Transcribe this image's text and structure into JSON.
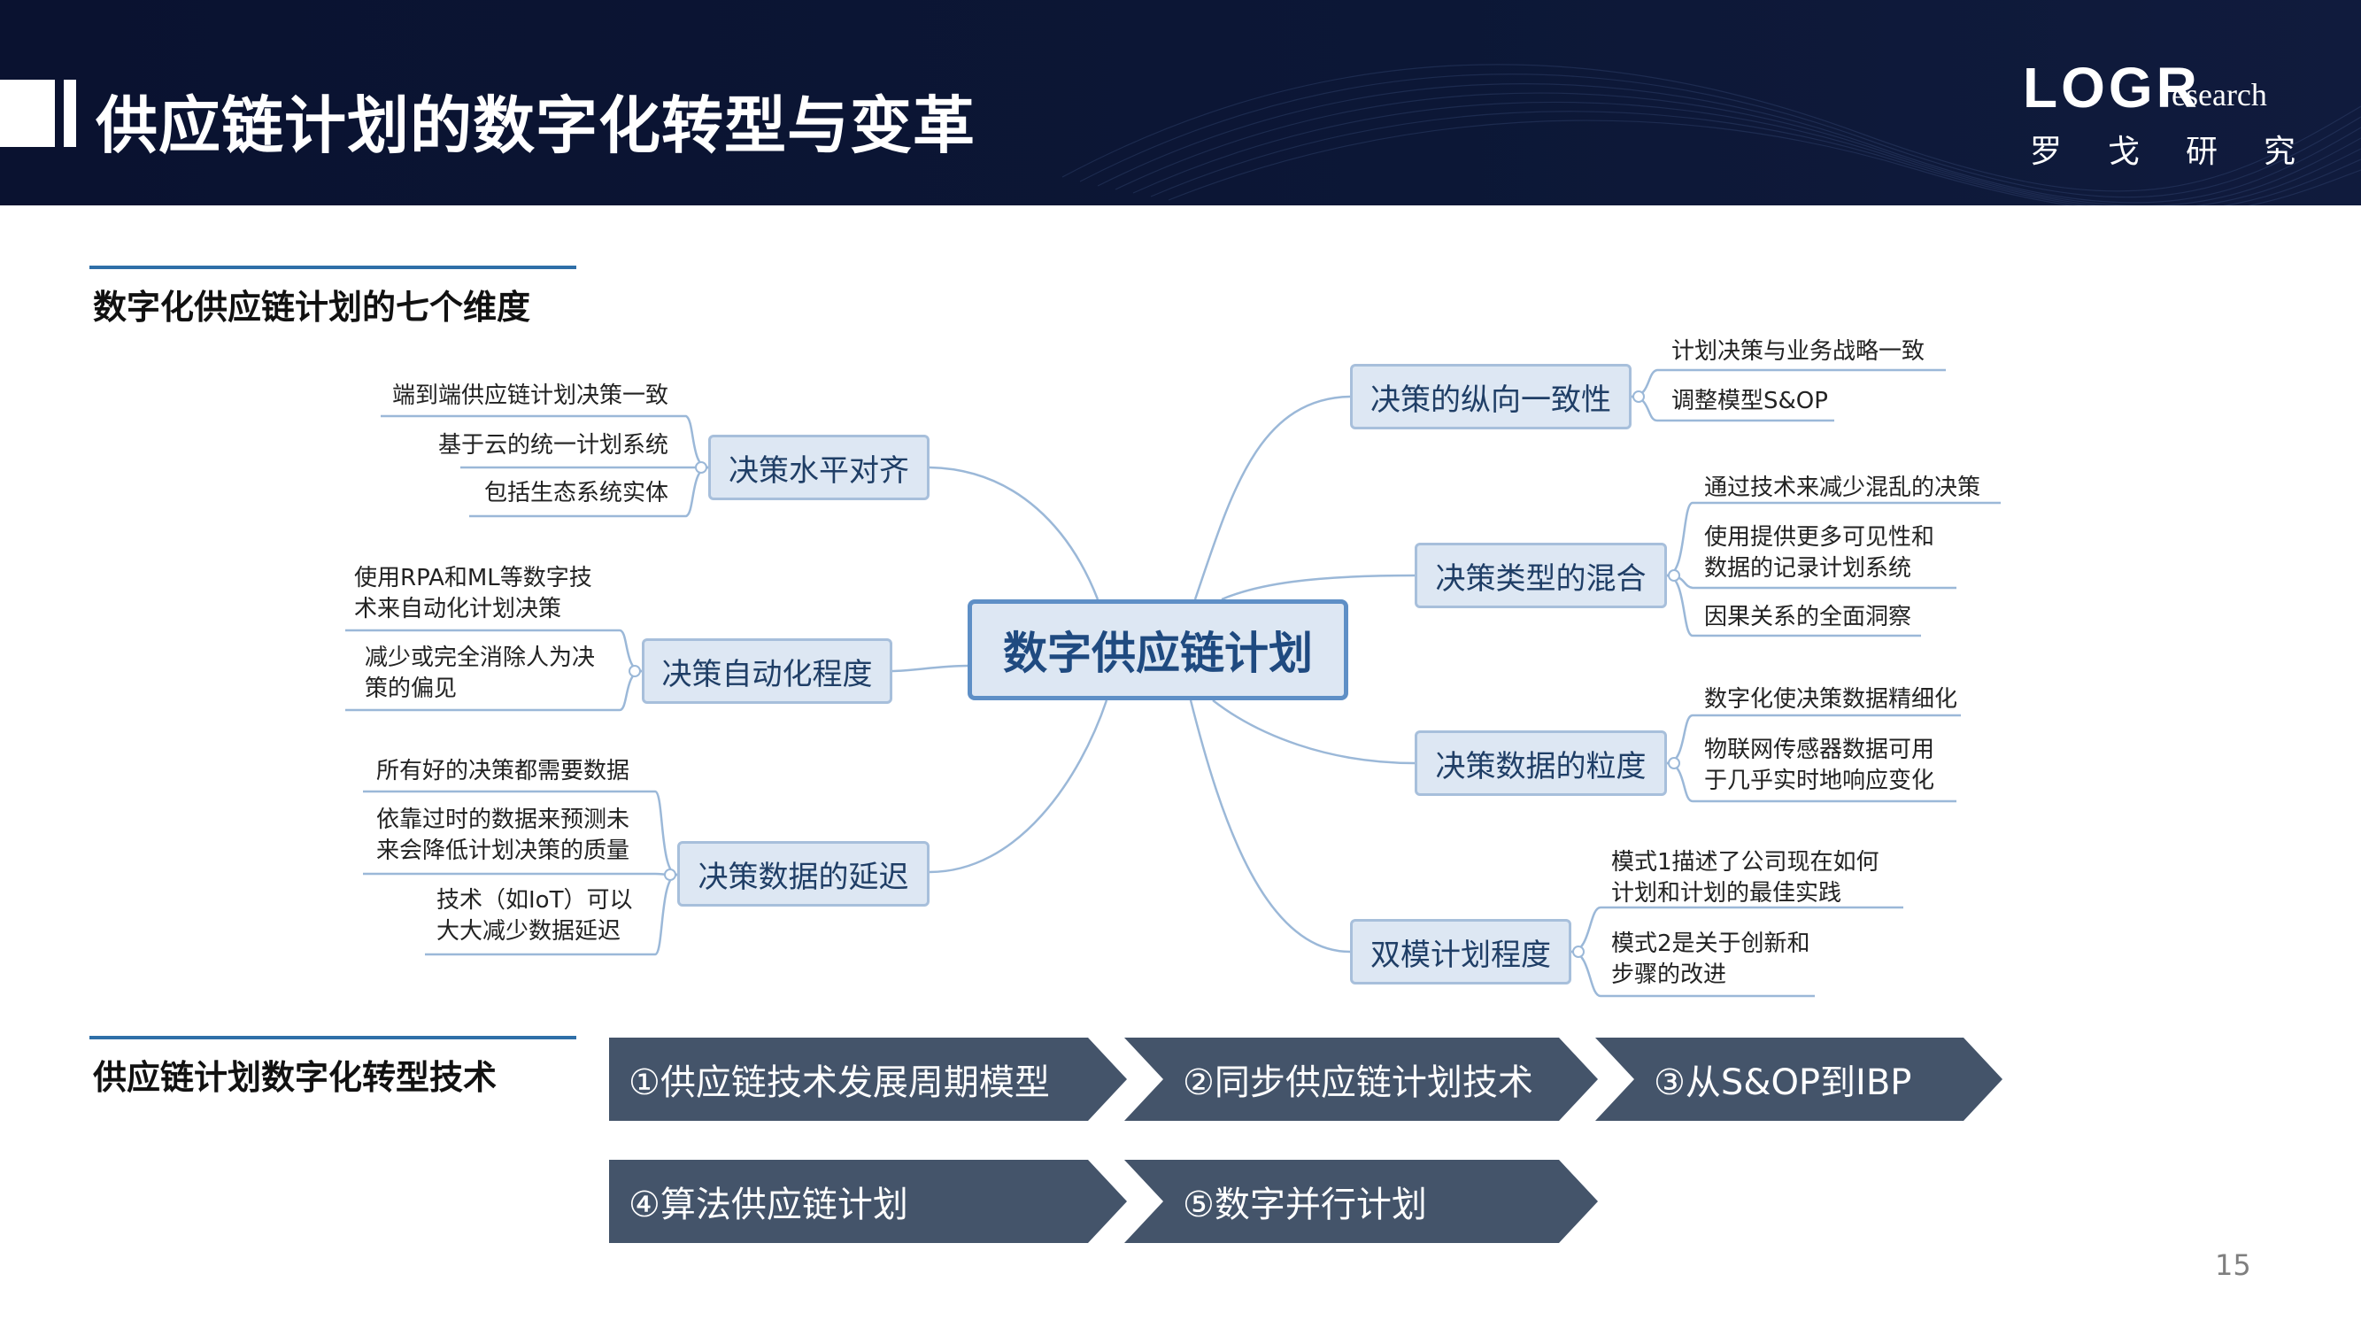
{
  "header": {
    "title": "供应链计划的数字化转型与变革",
    "logo_text": "LOGR",
    "logo_research": "esearch",
    "logo_cn": "罗戈研究"
  },
  "sections": {
    "dimensions_title": "数字化供应链计划的七个维度",
    "tech_title": "供应链计划数字化转型技术"
  },
  "mindmap": {
    "center": "数字供应链计划",
    "branches": {
      "horizontal": {
        "label": "决策水平对齐",
        "leaves": [
          "端到端供应链计划决策一致",
          "基于云的统一计划系统",
          "包括生态系统实体"
        ]
      },
      "automation": {
        "label": "决策自动化程度",
        "leaves": [
          "使用RPA和ML等数字技",
          "术来自动化计划决策",
          "减少或完全消除人为决",
          "策的偏见"
        ]
      },
      "latency": {
        "label": "决策数据的延迟",
        "leaves": [
          "所有好的决策都需要数据",
          "依靠过时的数据来预测未",
          "来会降低计划决策的质量",
          "技术（如IoT）可以",
          "大大减少数据延迟"
        ]
      },
      "vertical": {
        "label": "决策的纵向一致性",
        "leaves": [
          "计划决策与业务战略一致",
          "调整模型S&OP"
        ]
      },
      "mix": {
        "label": "决策类型的混合",
        "leaves": [
          "通过技术来减少混乱的决策",
          "使用提供更多可见性和",
          "数据的记录计划系统",
          "因果关系的全面洞察"
        ]
      },
      "granularity": {
        "label": "决策数据的粒度",
        "leaves": [
          "数字化使决策数据精细化",
          "物联网传感器数据可用",
          "于几乎实时地响应变化"
        ]
      },
      "bimodal": {
        "label": "双模计划程度",
        "leaves": [
          "模式1描述了公司现在如何",
          "计划和计划的最佳实践",
          "模式2是关于创新和",
          "步骤的改进"
        ]
      }
    }
  },
  "technologies": [
    "①供应链技术发展周期模型",
    "②同步供应链计划技术",
    "③从S&OP到IBP",
    "④算法供应链计划",
    "⑤数字并行计划"
  ],
  "page_number": "15",
  "colors": {
    "header_bg": "#0a1230",
    "node_fill": "#dde7f3",
    "node_border": "#a7bfdb",
    "connector": "#9bb8d8",
    "arrow_fill": "#44546a",
    "section_rule": "#2f6fa8"
  }
}
